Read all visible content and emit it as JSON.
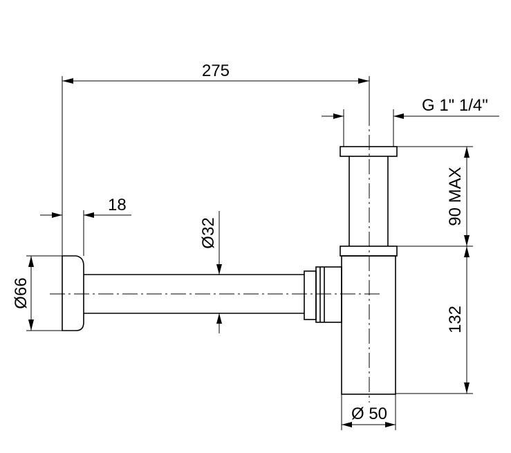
{
  "dimensions": {
    "overall_length": "275",
    "thread": "G 1\" 1/4\"",
    "inlet_height": "90 MAX",
    "wall_flange_depth": "18",
    "pipe_diameter": "Ø32",
    "flange_diameter": "Ø66",
    "trap_height": "132",
    "body_diameter": "Ø 50"
  }
}
